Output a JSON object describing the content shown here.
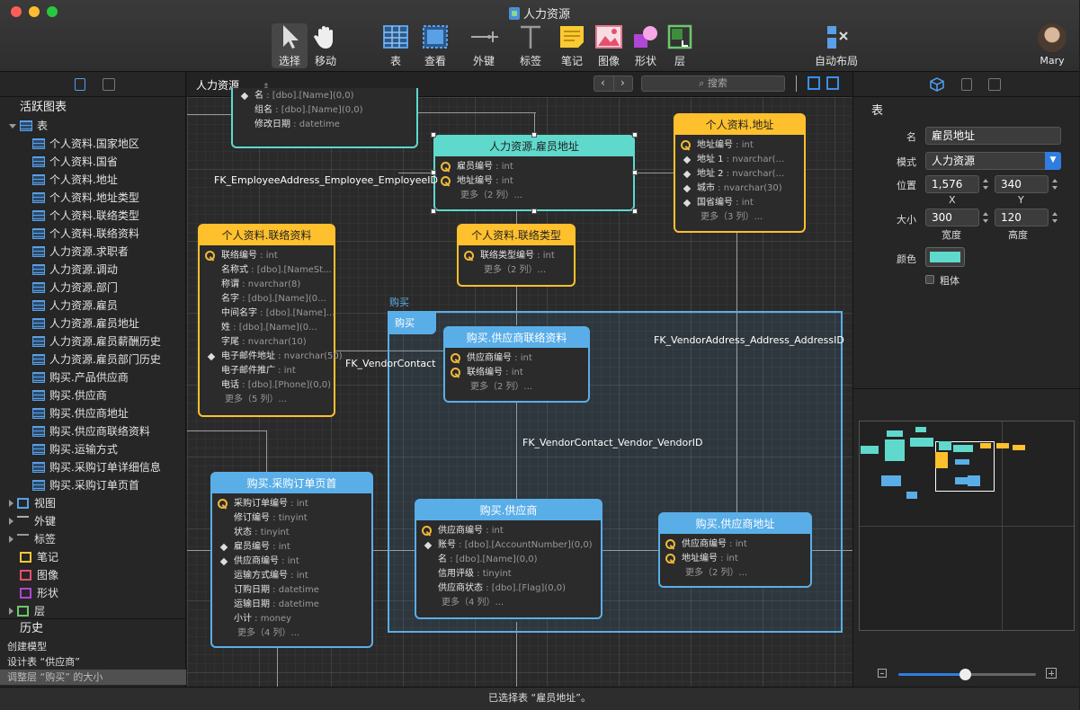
{
  "window": {
    "title": "人力资源",
    "user": "Mary"
  },
  "toolbar": {
    "select": "选择",
    "move": "移动",
    "table": "表",
    "view": "查看",
    "fk": "外键",
    "label": "标签",
    "note": "笔记",
    "image": "图像",
    "shape": "形状",
    "layer": "层",
    "autolayout": "自动布局"
  },
  "sidebar": {
    "active_diagram": "活跃图表",
    "tables_header": "表",
    "tables": [
      "个人资料.国家地区",
      "个人资料.国省",
      "个人资料.地址",
      "个人资料.地址类型",
      "个人资料.联络类型",
      "个人资料.联络资料",
      "人力资源.求职者",
      "人力资源.调动",
      "人力资源.部门",
      "人力资源.雇员",
      "人力资源.雇员地址",
      "人力资源.雇员薪酬历史",
      "人力资源.雇员部门历史",
      "购买.产品供应商",
      "购买.供应商",
      "购买.供应商地址",
      "购买.供应商联络资料",
      "购买.运输方式",
      "购买.采购订单详细信息",
      "购买.采购订单页首"
    ],
    "groups": [
      "视图",
      "外键",
      "标签",
      "笔记",
      "图像",
      "形状",
      "层"
    ]
  },
  "history": {
    "title": "历史",
    "items": [
      "创建模型",
      "设计表 “供应商”",
      "调整层 “购买” 的大小"
    ]
  },
  "canvas_bar": {
    "diagram": "人力资源",
    "search_placeholder": "搜索"
  },
  "canvas": {
    "partial_top": {
      "rows": [
        {
          "n": "名",
          "t": "[dbo].[Name](0,0)"
        },
        {
          "n": "组名",
          "t": "[dbo].[Name](0,0)"
        },
        {
          "n": "修改日期",
          "t": "datetime"
        }
      ]
    },
    "emp_addr": {
      "title": "人力资源.雇员地址",
      "rows": [
        {
          "n": "雇员编号",
          "t": "int"
        },
        {
          "n": "地址编号",
          "t": "int"
        }
      ],
      "more": "更多（2 列）..."
    },
    "addr": {
      "title": "个人资料.地址",
      "rows": [
        {
          "n": "地址编号",
          "t": "int"
        },
        {
          "n": "地址 1",
          "t": "nvarchar(..."
        },
        {
          "n": "地址 2",
          "t": "nvarchar(..."
        },
        {
          "n": "城市",
          "t": "nvarchar(30)"
        },
        {
          "n": "国省编号",
          "t": "int"
        }
      ],
      "more": "更多（3 列）..."
    },
    "contact": {
      "title": "个人资料.联络资料",
      "rows": [
        {
          "n": "联络编号",
          "t": "int"
        },
        {
          "n": "名称式",
          "t": "[dbo].[NameSt..."
        },
        {
          "n": "称谓",
          "t": "nvarchar(8)"
        },
        {
          "n": "名字",
          "t": "[dbo].[Name](0..."
        },
        {
          "n": "中间名字",
          "t": "[dbo].[Name]..."
        },
        {
          "n": "姓",
          "t": "[dbo].[Name](0..."
        },
        {
          "n": "字尾",
          "t": "nvarchar(10)"
        },
        {
          "n": "电子邮件地址",
          "t": "nvarchar(50)"
        },
        {
          "n": "电子邮件推广",
          "t": "int"
        },
        {
          "n": "电话",
          "t": "[dbo].[Phone](0,0)"
        }
      ],
      "more": "更多（5 列）..."
    },
    "ctype": {
      "title": "个人资料.联络类型",
      "rows": [
        {
          "n": "联络类型编号",
          "t": "int"
        }
      ],
      "more": "更多（2 列）..."
    },
    "vcontact": {
      "title": "购买.供应商联络资料",
      "rows": [
        {
          "n": "供应商编号",
          "t": "int"
        },
        {
          "n": "联络编号",
          "t": "int"
        }
      ],
      "more": "更多（2 列）..."
    },
    "po": {
      "title": "购买.采购订单页首",
      "rows": [
        {
          "n": "采购订单编号",
          "t": "int"
        },
        {
          "n": "修订编号",
          "t": "tinyint"
        },
        {
          "n": "状态",
          "t": "tinyint"
        },
        {
          "n": "雇员编号",
          "t": "int"
        },
        {
          "n": "供应商编号",
          "t": "int"
        },
        {
          "n": "运输方式编号",
          "t": "int"
        },
        {
          "n": "订购日期",
          "t": "datetime"
        },
        {
          "n": "运输日期",
          "t": "datetime"
        },
        {
          "n": "小计",
          "t": "money"
        }
      ],
      "more": "更多（4 列）..."
    },
    "vendor": {
      "title": "购买.供应商",
      "rows": [
        {
          "n": "供应商编号",
          "t": "int"
        },
        {
          "n": "账号",
          "t": "[dbo].[AccountNumber](0,0)"
        },
        {
          "n": "名",
          "t": "[dbo].[Name](0,0)"
        },
        {
          "n": "信用评级",
          "t": "tinyint"
        },
        {
          "n": "供应商状态",
          "t": "[dbo].[Flag](0,0)"
        }
      ],
      "more": "更多（4 列）..."
    },
    "vaddr": {
      "title": "购买.供应商地址",
      "rows": [
        {
          "n": "供应商编号",
          "t": "int"
        },
        {
          "n": "地址编号",
          "t": "int"
        }
      ],
      "more": "更多（2 列）..."
    },
    "layer": {
      "title": "购买",
      "tab": "购买"
    },
    "fks": [
      "FK_EmployeeAddress_Employee_EmployeeID",
      "FK_VendorContact",
      "FK_VendorAddress_Address_AddressID",
      "FK_VendorContact_Vendor_VendorID"
    ]
  },
  "inspector": {
    "section": "表",
    "name_label": "名",
    "name": "雇员地址",
    "schema_label": "模式",
    "schema": "人力资源",
    "pos_label": "位置",
    "x": "1,576",
    "y": "340",
    "x_label": "X",
    "y_label": "Y",
    "size_label": "大小",
    "w": "300",
    "h": "120",
    "w_label": "宽度",
    "h_label": "高度",
    "color_label": "颜色",
    "color": "#5fd9cc",
    "bold": "粗体"
  },
  "status": "已选择表 “雇员地址”。",
  "colors": {
    "yellow": "#fec02d",
    "teal": "#5fd9cc",
    "blue": "#5aaee8"
  }
}
